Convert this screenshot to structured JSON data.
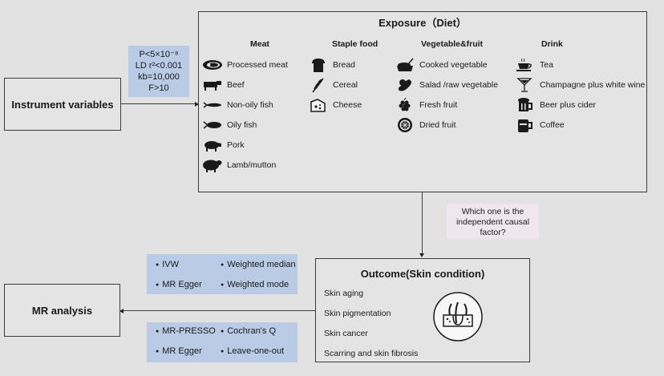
{
  "instrument": {
    "title": "Instrument variables",
    "criteria": [
      "P<5×10⁻⁸",
      "LD r²<0.001",
      "kb=10,000",
      "F>10"
    ]
  },
  "exposure": {
    "title": "Exposure（Diet）",
    "columns": [
      {
        "title": "Meat",
        "items": [
          {
            "label": "Processed meat",
            "icon": "processed-meat-icon"
          },
          {
            "label": "Beef",
            "icon": "cow-icon"
          },
          {
            "label": "Non-oily fish",
            "icon": "fish-icon"
          },
          {
            "label": "Oily fish",
            "icon": "oily-fish-icon"
          },
          {
            "label": "Pork",
            "icon": "pig-icon"
          },
          {
            "label": "Lamb/mutton",
            "icon": "sheep-icon"
          }
        ]
      },
      {
        "title": "Staple food",
        "items": [
          {
            "label": "Bread",
            "icon": "bread-icon"
          },
          {
            "label": "Cereal",
            "icon": "wheat-icon"
          },
          {
            "label": "Cheese",
            "icon": "cheese-icon"
          }
        ]
      },
      {
        "title": "Vegetable&fruit",
        "items": [
          {
            "label": "Cooked vegetable",
            "icon": "cooked-vegetable-icon"
          },
          {
            "label": "Salad /raw vegetable",
            "icon": "eggplant-icon"
          },
          {
            "label": "Fresh fruit",
            "icon": "grapes-icon"
          },
          {
            "label": "Dried fruit",
            "icon": "dried-fruit-slice-icon"
          }
        ]
      },
      {
        "title": "Drink",
        "items": [
          {
            "label": "Tea",
            "icon": "tea-cup-icon"
          },
          {
            "label": "Champagne plus white wine",
            "icon": "cocktail-glass-icon"
          },
          {
            "label": "Beer plus cider",
            "icon": "beer-mug-icon"
          },
          {
            "label": "Coffee",
            "icon": "coffee-mug-icon"
          }
        ]
      }
    ]
  },
  "question": "Which one is the independent causal factor?",
  "outcome": {
    "title": "Outcome(Skin condition)",
    "items": [
      "Skin aging",
      "Skin pigmentation",
      "Skin cancer",
      "Scarring and skin fibrosis"
    ],
    "icon": "skin-hair-follicle-icon"
  },
  "mr_analysis": {
    "title": "MR analysis",
    "methods": [
      "IVW",
      "Weighted median",
      "MR Egger",
      "Weighted mode"
    ],
    "sensitivity": [
      "MR-PRESSO",
      "Cochran's Q",
      "MR Egger",
      "Leave-one-out"
    ]
  },
  "colors": {
    "blue_box": "#b9cbe5",
    "pink_box": "#f1e6ee",
    "background": "#e2e2e2"
  }
}
